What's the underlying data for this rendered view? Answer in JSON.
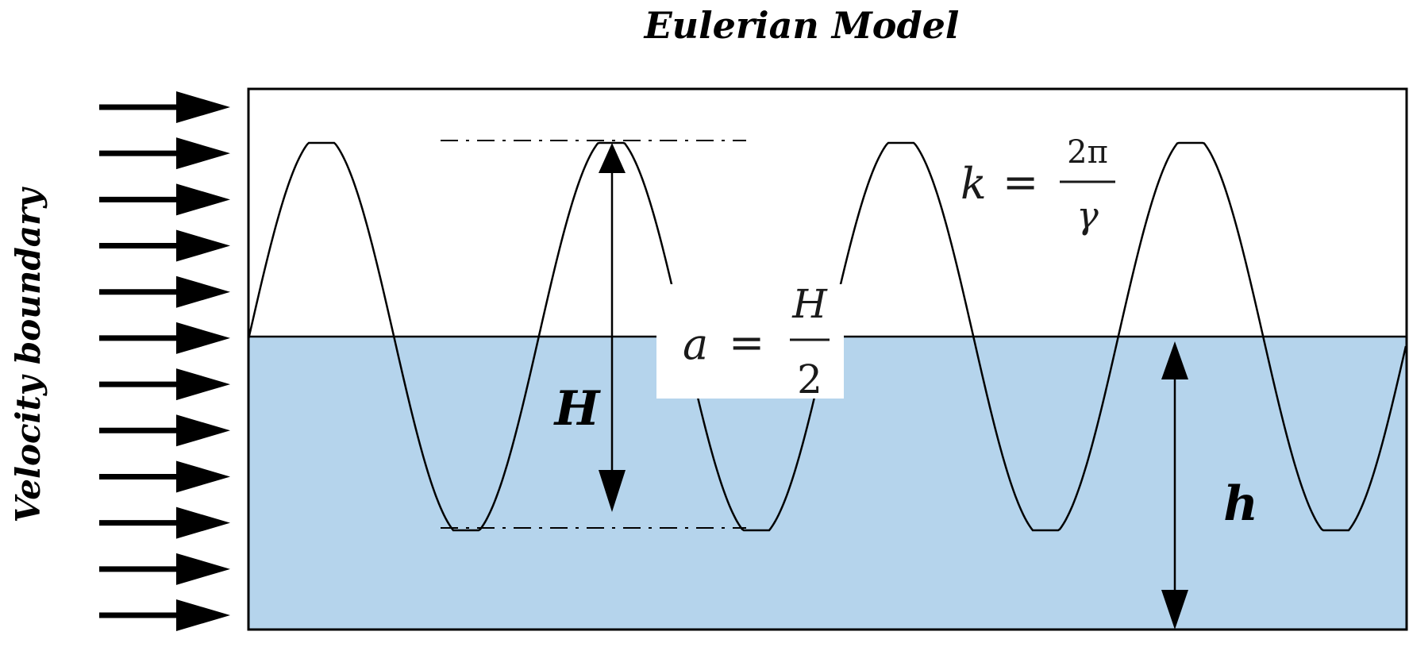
{
  "title": "Eulerian Model",
  "side_label": "Velocity boundary",
  "colors": {
    "water": "#b5d4ec",
    "line": "#000000",
    "label_bg": "#ffffff"
  },
  "formula_k": {
    "lhs": "k",
    "eq": "=",
    "numerator": "2π",
    "denominator": "γ"
  },
  "formula_a": {
    "lhs": "a",
    "eq": "=",
    "numerator": "H",
    "denominator": "2"
  },
  "label_H": "H",
  "label_h": "h",
  "inflow_arrow_count": 12
}
